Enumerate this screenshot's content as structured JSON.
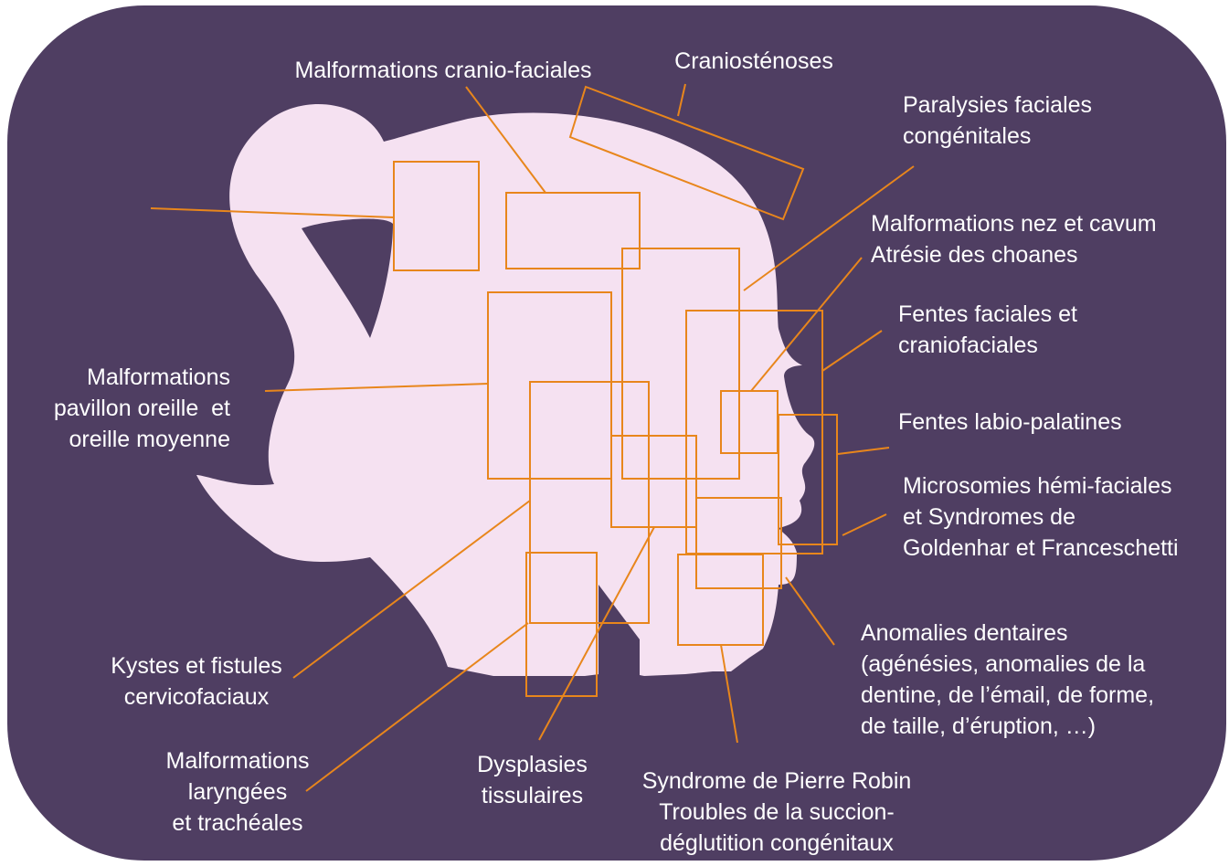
{
  "colors": {
    "background": "#4f3e62",
    "silhouette": "#f5e1f1",
    "callout": "#e8861c",
    "text": "#ffffff"
  },
  "labels": {
    "malformations_cranio_faciales": "Malformations cranio-faciales",
    "craniostenoses": "Craniosténoses",
    "paralysies": "Paralysies faciales\ncongénitales",
    "nez_cavum": "Malformations nez et cavum\nAtrésie des choanes",
    "fentes_faciales": "Fentes faciales et\ncraniofaciales",
    "fentes_labio": "Fentes labio-palatines",
    "microsomies": "Microsomies hémi-faciales\net Syndromes de\nGoldenhar et Franceschetti",
    "anomalies_dentaires": "Anomalies dentaires\n(agénésies, anomalies de la\ndentine, de l’émail, de forme,\nde taille, d’éruption, …)",
    "pierre_robin": "Syndrome de Pierre Robin\nTroubles de la succion-\ndéglutition congénitaux",
    "dysplasies": "Dysplasies\ntissulaires",
    "larynx": "Malformations\nlaryngées\net trachéales",
    "kystes": "Kystes et fistules\ncervicofaciaux",
    "oreille": "Malformations\npavillon oreille  et\noreille moyenne"
  }
}
